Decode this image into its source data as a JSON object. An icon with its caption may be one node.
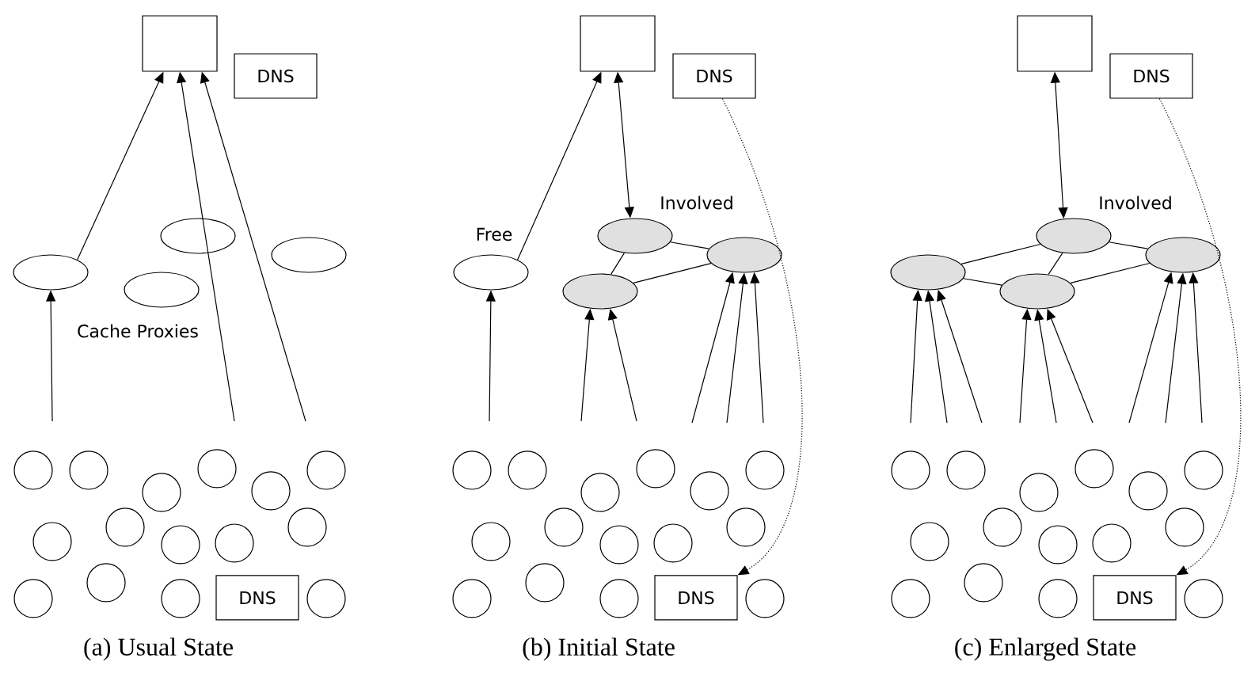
{
  "diagram": {
    "nodes": [
      {
        "text": [],
        "shape": "box"
      },
      {
        "text": [
          "DNS"
        ]
      },
      {
        "text": [],
        "shape": "ellipse"
      },
      {
        "text": [],
        "shape": "ellipse"
      },
      {
        "text": [],
        "shape": "ellipse"
      },
      {
        "text": [],
        "shape": "ellipse"
      },
      {
        "text": [],
        "shape": "circle"
      },
      {
        "text": [],
        "shape": "circle"
      },
      {
        "text": [],
        "shape": "circle"
      },
      {
        "text": [],
        "shape": "circle"
      },
      {
        "text": [],
        "shape": "circle"
      },
      {
        "text": [],
        "shape": "circle"
      },
      {
        "text": [],
        "shape": "circle"
      },
      {
        "text": [],
        "shape": "circle"
      },
      {
        "text": [],
        "shape": "circle"
      },
      {
        "text": [],
        "shape": "circle"
      },
      {
        "text": [],
        "shape": "circle"
      },
      {
        "text": [],
        "shape": "circle"
      },
      {
        "text": [],
        "shape": "circle"
      },
      {
        "text": [],
        "shape": "circle"
      },
      {
        "text": [],
        "shape": "circle"
      },
      {
        "text": [
          "DNS"
        ]
      },
      {
        "text": [],
        "shape": "box"
      },
      {
        "text": [
          "DNS"
        ]
      },
      {
        "text": [],
        "shape": "ellipse",
        "beside": [
          "Free"
        ]
      },
      {
        "text": [],
        "shape": "ellipse",
        "beside": [
          "Involved"
        ]
      },
      {
        "text": [],
        "shape": "ellipse"
      },
      {
        "text": [],
        "shape": "ellipse"
      },
      {
        "text": [],
        "shape": "circle"
      },
      {
        "text": [],
        "shape": "circle"
      },
      {
        "text": [],
        "shape": "circle"
      },
      {
        "text": [],
        "shape": "circle"
      },
      {
        "text": [],
        "shape": "circle"
      },
      {
        "text": [],
        "shape": "circle"
      },
      {
        "text": [],
        "shape": "circle"
      },
      {
        "text": [],
        "shape": "circle"
      },
      {
        "text": [],
        "shape": "circle"
      },
      {
        "text": [],
        "shape": "circle"
      },
      {
        "text": [],
        "shape": "circle"
      },
      {
        "text": [],
        "shape": "circle"
      },
      {
        "text": [],
        "shape": "circle"
      },
      {
        "text": [],
        "shape": "circle"
      },
      {
        "text": [],
        "shape": "circle"
      },
      {
        "text": [
          "DNS"
        ]
      },
      {
        "text": [],
        "shape": "box"
      },
      {
        "text": [
          "DNS"
        ]
      },
      {
        "text": [],
        "shape": "ellipse"
      },
      {
        "text": [],
        "shape": "ellipse",
        "beside": [
          "Involved"
        ]
      },
      {
        "text": [],
        "shape": "ellipse"
      },
      {
        "text": [],
        "shape": "ellipse"
      },
      {
        "text": [],
        "shape": "circle"
      },
      {
        "text": [],
        "shape": "circle"
      },
      {
        "text": [],
        "shape": "circle"
      },
      {
        "text": [],
        "shape": "circle"
      },
      {
        "text": [],
        "shape": "circle"
      },
      {
        "text": [],
        "shape": "circle"
      },
      {
        "text": [],
        "shape": "circle"
      },
      {
        "text": [],
        "shape": "circle"
      },
      {
        "text": [],
        "shape": "circle"
      },
      {
        "text": [],
        "shape": "circle"
      },
      {
        "text": [],
        "shape": "circle"
      },
      {
        "text": [],
        "shape": "circle"
      },
      {
        "text": [],
        "shape": "circle"
      },
      {
        "text": [],
        "shape": "circle"
      },
      {
        "text": [],
        "shape": "circle"
      },
      {
        "text": [
          "DNS"
        ]
      }
    ],
    "edges": [
      {
        "from": 2,
        "to": 0,
        "arrow": "to"
      },
      {
        "from": null,
        "to": 2,
        "arrow": "to"
      },
      {
        "from": null,
        "to": 0,
        "arrow": "to"
      },
      {
        "from": null,
        "to": 0,
        "arrow": "to"
      },
      {
        "from": 24,
        "to": 22,
        "arrow": "to"
      },
      {
        "from": 22,
        "to": 25,
        "arrow": "both"
      },
      {
        "from": 25,
        "to": 26,
        "arrow": "none"
      },
      {
        "from": 25,
        "to": 27,
        "arrow": "none"
      },
      {
        "from": 27,
        "to": 26,
        "arrow": "none"
      },
      {
        "from": null,
        "to": 24,
        "arrow": "to"
      },
      {
        "from": null,
        "to": 27,
        "arrow": "to"
      },
      {
        "from": null,
        "to": 27,
        "arrow": "to"
      },
      {
        "from": null,
        "to": 26,
        "arrow": "to"
      },
      {
        "from": null,
        "to": 26,
        "arrow": "to"
      },
      {
        "from": null,
        "to": 26,
        "arrow": "to"
      },
      {
        "from": 23,
        "to": 43,
        "arrow": "to",
        "style": "dashed"
      },
      {
        "from": 44,
        "to": 47,
        "arrow": "both"
      },
      {
        "from": 46,
        "to": 47,
        "arrow": "none"
      },
      {
        "from": 46,
        "to": 48,
        "arrow": "none"
      },
      {
        "from": 47,
        "to": 48,
        "arrow": "none"
      },
      {
        "from": 47,
        "to": 49,
        "arrow": "none"
      },
      {
        "from": 48,
        "to": 49,
        "arrow": "none"
      },
      {
        "from": null,
        "to": 46,
        "arrow": "to"
      },
      {
        "from": null,
        "to": 46,
        "arrow": "to"
      },
      {
        "from": null,
        "to": 46,
        "arrow": "to"
      },
      {
        "from": null,
        "to": 48,
        "arrow": "to"
      },
      {
        "from": null,
        "to": 48,
        "arrow": "to"
      },
      {
        "from": null,
        "to": 48,
        "arrow": "to"
      },
      {
        "from": null,
        "to": 49,
        "arrow": "to"
      },
      {
        "from": null,
        "to": 49,
        "arrow": "to"
      },
      {
        "from": null,
        "to": 49,
        "arrow": "to"
      },
      {
        "from": 45,
        "to": 65,
        "arrow": "to",
        "style": "dashed"
      }
    ],
    "labels": [
      "Cache Proxies",
      "(a) Usual State",
      "(b) Initial State",
      "(c) Enlarged State"
    ]
  }
}
